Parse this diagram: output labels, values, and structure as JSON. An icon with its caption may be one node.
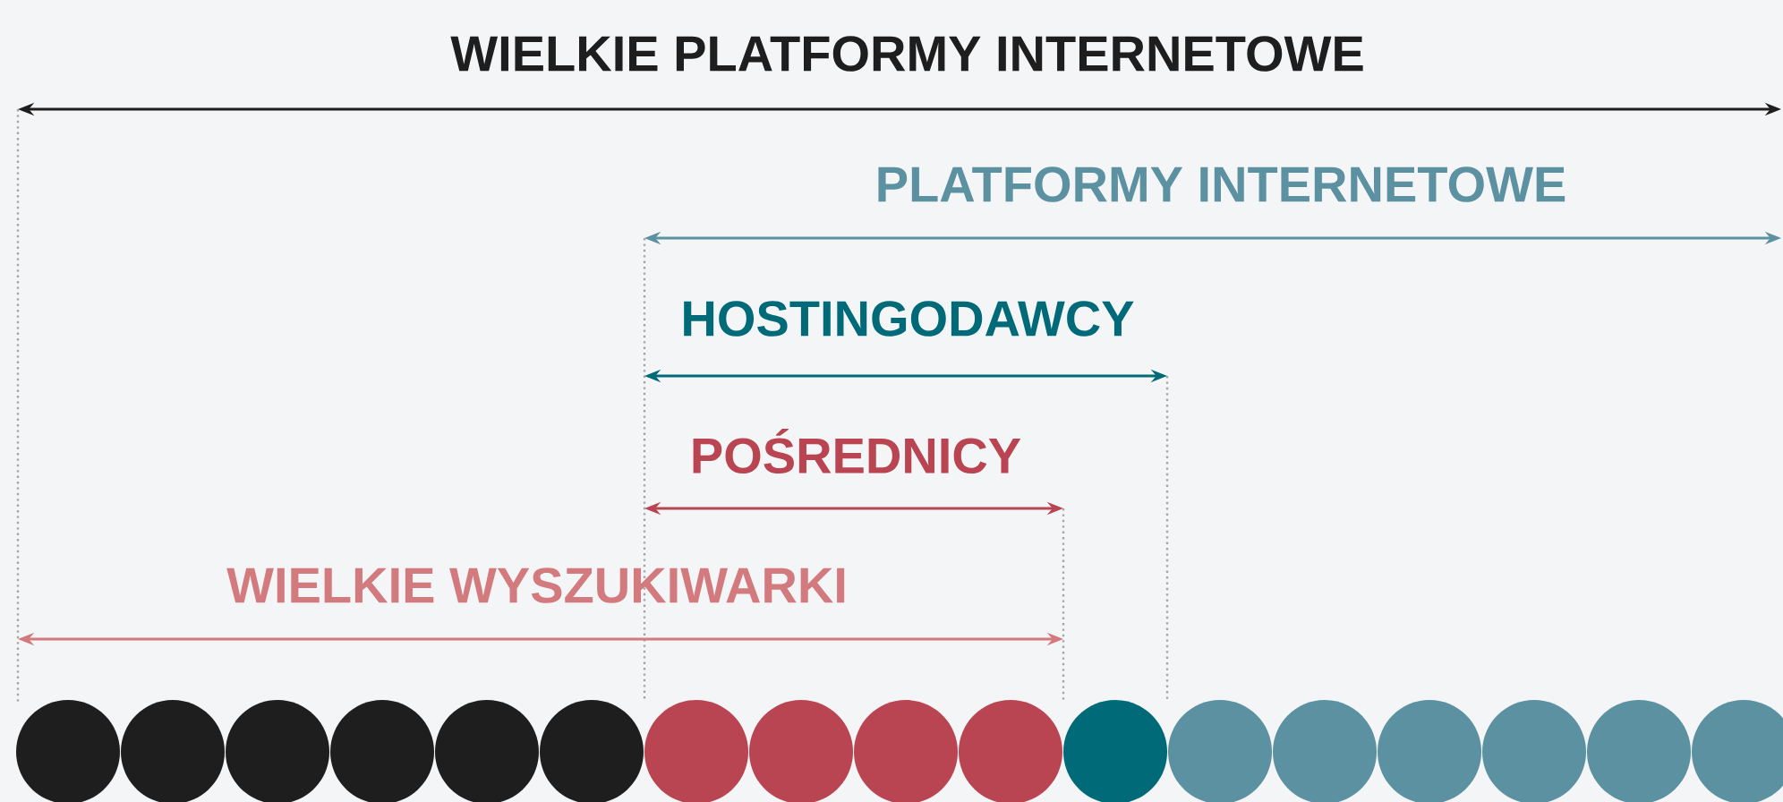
{
  "diagram": {
    "title": "WIELKIE PLATFORMY INTERNETOWE",
    "nodes": [
      {
        "text": [],
        "shape": "circle"
      },
      {
        "text": [],
        "shape": "circle"
      },
      {
        "text": [],
        "shape": "circle"
      },
      {
        "text": [],
        "shape": "circle"
      },
      {
        "text": [],
        "shape": "circle"
      },
      {
        "text": [],
        "shape": "circle"
      },
      {
        "text": [],
        "shape": "circle"
      },
      {
        "text": [],
        "shape": "circle"
      },
      {
        "text": [],
        "shape": "circle"
      },
      {
        "text": [],
        "shape": "circle"
      },
      {
        "text": [],
        "shape": "circle"
      },
      {
        "text": [],
        "shape": "circle"
      },
      {
        "text": [],
        "shape": "circle"
      },
      {
        "text": [],
        "shape": "circle"
      },
      {
        "text": [],
        "shape": "circle"
      },
      {
        "text": [],
        "shape": "circle"
      },
      {
        "text": [],
        "shape": "circle"
      }
    ],
    "labels": [
      "PLATFORMY INTERNETOWE",
      "HOSTINGODAWCY",
      "POŚREDNICY",
      "WIELKIE WYSZUKIWARKI"
    ]
  }
}
